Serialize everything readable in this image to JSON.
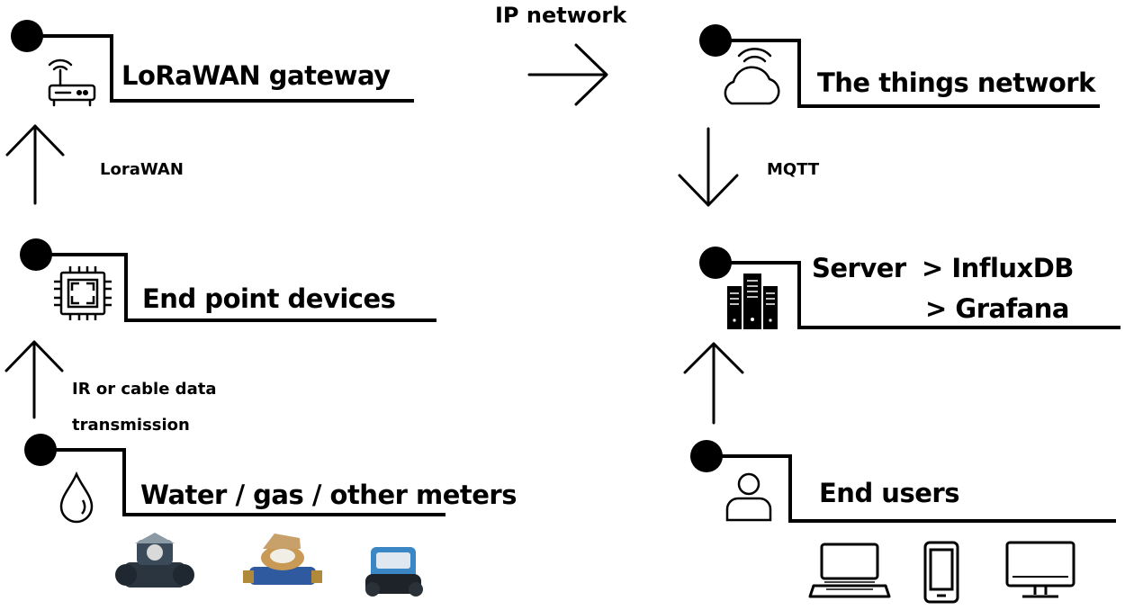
{
  "nodes": {
    "gateway": {
      "label": "LoRaWAN gateway",
      "icon": "router-icon"
    },
    "end_point": {
      "label": "End point devices",
      "icon": "chip-icon"
    },
    "meters": {
      "label": "Water / gas / other meters",
      "icon": "water-drop-icon"
    },
    "ttn": {
      "label": "The things network",
      "icon": "cloud-icon"
    },
    "server": {
      "label": "Server",
      "items": [
        "> InfluxDB",
        "> Grafana"
      ],
      "icon": "server-rack-icon"
    },
    "end_users": {
      "label": "End users",
      "icon": "user-icon"
    }
  },
  "edges": {
    "ip_network": "IP network",
    "lorawan": "LoraWAN",
    "mqtt": "MQTT",
    "ir_line1": "IR or cable data",
    "ir_line2": "transmission"
  },
  "meter_images": [
    "water-meter-1-icon",
    "water-meter-2-icon",
    "smart-meter-icon"
  ],
  "device_icons": [
    "laptop-icon",
    "smartphone-icon",
    "monitor-icon"
  ],
  "colors": {
    "line": "#000000",
    "background": "#ffffff"
  }
}
